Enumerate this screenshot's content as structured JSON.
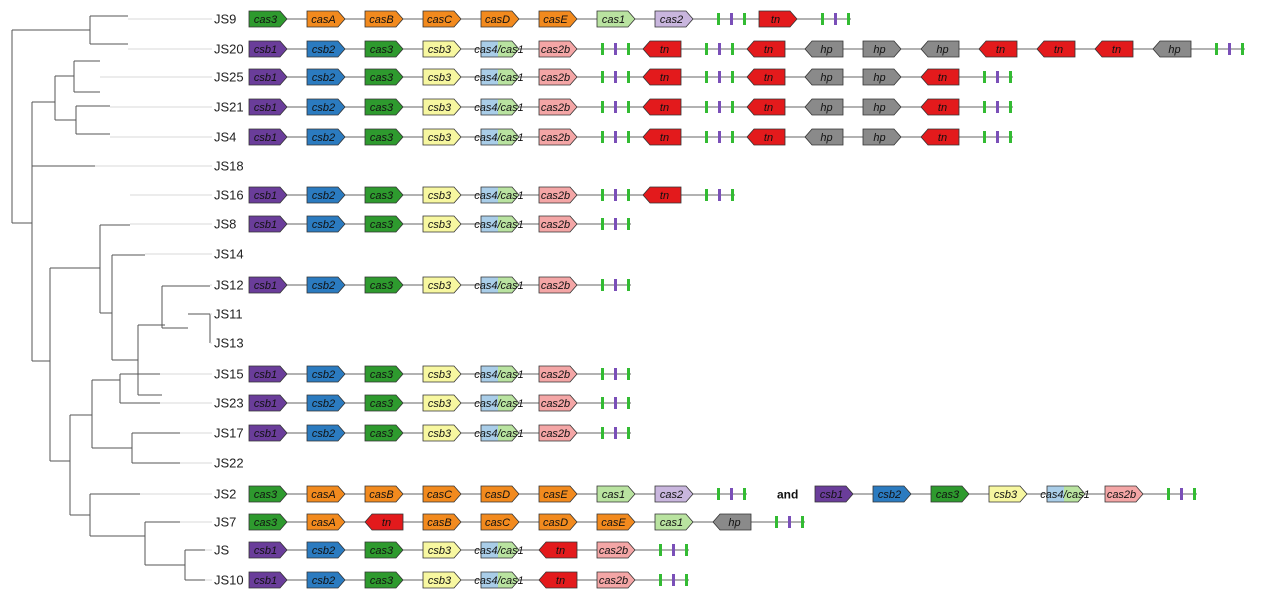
{
  "connector_word": "and",
  "colors": {
    "cas3": "#2e9a2e",
    "casA": "#f28a1e",
    "casB": "#f28a1e",
    "casC": "#f28a1e",
    "casD": "#f28a1e",
    "casE": "#f28a1e",
    "cas1": "#b9e3a0",
    "cas2": "#c9b6de",
    "csb1": "#6a3d9a",
    "csb2": "#2b7bc0",
    "csb3": "#f7f7a0",
    "cas4_left": "#a9cde8",
    "cas4_right": "#b9e3a0",
    "cas2b": "#f4a6a6",
    "tn": "#e31a1c",
    "hp": "#8a8a8a",
    "spacer_green": "#33bb33",
    "spacer_purple": "#7a4fb8"
  },
  "rows": [
    {
      "label": "JS9",
      "loci": [
        [
          {
            "gene": "cas3",
            "type": "cas3",
            "dir": "R"
          },
          {
            "gene": "casA",
            "type": "casA",
            "dir": "R"
          },
          {
            "gene": "casB",
            "type": "casB",
            "dir": "R"
          },
          {
            "gene": "casC",
            "type": "casC",
            "dir": "R"
          },
          {
            "gene": "casD",
            "type": "casD",
            "dir": "R"
          },
          {
            "gene": "casE",
            "type": "casE",
            "dir": "R"
          },
          {
            "gene": "cas1",
            "type": "cas1",
            "dir": "R"
          },
          {
            "gene": "cas2",
            "type": "cas2",
            "dir": "R"
          },
          {
            "type": "spacers"
          },
          {
            "gene": "tn",
            "type": "tn",
            "dir": "R"
          },
          {
            "type": "spacers"
          }
        ]
      ]
    },
    {
      "label": "JS20",
      "loci": [
        [
          {
            "gene": "csb1",
            "type": "csb1",
            "dir": "R"
          },
          {
            "gene": "csb2",
            "type": "csb2",
            "dir": "R"
          },
          {
            "gene": "cas3",
            "type": "cas3",
            "dir": "R"
          },
          {
            "gene": "csb3",
            "type": "csb3",
            "dir": "R"
          },
          {
            "gene": "cas4/cas1",
            "type": "cas4",
            "dir": "R"
          },
          {
            "gene": "cas2b",
            "type": "cas2b",
            "dir": "R"
          },
          {
            "type": "spacers"
          },
          {
            "gene": "tn",
            "type": "tn",
            "dir": "L"
          },
          {
            "type": "spacers"
          },
          {
            "gene": "tn",
            "type": "tn",
            "dir": "L"
          },
          {
            "gene": "hp",
            "type": "hp",
            "dir": "L"
          },
          {
            "gene": "hp",
            "type": "hp",
            "dir": "R"
          },
          {
            "gene": "hp",
            "type": "hp",
            "dir": "L"
          },
          {
            "gene": "tn",
            "type": "tn",
            "dir": "L"
          },
          {
            "gene": "tn",
            "type": "tn",
            "dir": "L"
          },
          {
            "gene": "tn",
            "type": "tn",
            "dir": "L"
          },
          {
            "gene": "hp",
            "type": "hp",
            "dir": "L"
          },
          {
            "type": "spacers"
          }
        ]
      ]
    },
    {
      "label": "JS25",
      "loci": [
        [
          {
            "gene": "csb1",
            "type": "csb1",
            "dir": "R"
          },
          {
            "gene": "csb2",
            "type": "csb2",
            "dir": "R"
          },
          {
            "gene": "cas3",
            "type": "cas3",
            "dir": "R"
          },
          {
            "gene": "csb3",
            "type": "csb3",
            "dir": "R"
          },
          {
            "gene": "cas4/cas1",
            "type": "cas4",
            "dir": "R"
          },
          {
            "gene": "cas2b",
            "type": "cas2b",
            "dir": "R"
          },
          {
            "type": "spacers"
          },
          {
            "gene": "tn",
            "type": "tn",
            "dir": "L"
          },
          {
            "type": "spacers"
          },
          {
            "gene": "tn",
            "type": "tn",
            "dir": "L"
          },
          {
            "gene": "hp",
            "type": "hp",
            "dir": "L"
          },
          {
            "gene": "hp",
            "type": "hp",
            "dir": "R"
          },
          {
            "gene": "tn",
            "type": "tn",
            "dir": "L"
          },
          {
            "type": "spacers"
          }
        ]
      ]
    },
    {
      "label": "JS21",
      "loci": [
        [
          {
            "gene": "csb1",
            "type": "csb1",
            "dir": "R"
          },
          {
            "gene": "csb2",
            "type": "csb2",
            "dir": "R"
          },
          {
            "gene": "cas3",
            "type": "cas3",
            "dir": "R"
          },
          {
            "gene": "csb3",
            "type": "csb3",
            "dir": "R"
          },
          {
            "gene": "cas4/cas1",
            "type": "cas4",
            "dir": "R"
          },
          {
            "gene": "cas2b",
            "type": "cas2b",
            "dir": "R"
          },
          {
            "type": "spacers"
          },
          {
            "gene": "tn",
            "type": "tn",
            "dir": "L"
          },
          {
            "type": "spacers"
          },
          {
            "gene": "tn",
            "type": "tn",
            "dir": "L"
          },
          {
            "gene": "hp",
            "type": "hp",
            "dir": "L"
          },
          {
            "gene": "hp",
            "type": "hp",
            "dir": "R"
          },
          {
            "gene": "tn",
            "type": "tn",
            "dir": "L"
          },
          {
            "type": "spacers"
          }
        ]
      ]
    },
    {
      "label": "JS4",
      "loci": [
        [
          {
            "gene": "csb1",
            "type": "csb1",
            "dir": "R"
          },
          {
            "gene": "csb2",
            "type": "csb2",
            "dir": "R"
          },
          {
            "gene": "cas3",
            "type": "cas3",
            "dir": "R"
          },
          {
            "gene": "csb3",
            "type": "csb3",
            "dir": "R"
          },
          {
            "gene": "cas4/cas1",
            "type": "cas4",
            "dir": "R"
          },
          {
            "gene": "cas2b",
            "type": "cas2b",
            "dir": "R"
          },
          {
            "type": "spacers"
          },
          {
            "gene": "tn",
            "type": "tn",
            "dir": "L"
          },
          {
            "type": "spacers"
          },
          {
            "gene": "tn",
            "type": "tn",
            "dir": "L"
          },
          {
            "gene": "hp",
            "type": "hp",
            "dir": "L"
          },
          {
            "gene": "hp",
            "type": "hp",
            "dir": "R"
          },
          {
            "gene": "tn",
            "type": "tn",
            "dir": "L"
          },
          {
            "type": "spacers"
          }
        ]
      ]
    },
    {
      "label": "JS18",
      "loci": []
    },
    {
      "label": "JS16",
      "loci": [
        [
          {
            "gene": "csb1",
            "type": "csb1",
            "dir": "R"
          },
          {
            "gene": "csb2",
            "type": "csb2",
            "dir": "R"
          },
          {
            "gene": "cas3",
            "type": "cas3",
            "dir": "R"
          },
          {
            "gene": "csb3",
            "type": "csb3",
            "dir": "R"
          },
          {
            "gene": "cas4/cas1",
            "type": "cas4",
            "dir": "R"
          },
          {
            "gene": "cas2b",
            "type": "cas2b",
            "dir": "R"
          },
          {
            "type": "spacers"
          },
          {
            "gene": "tn",
            "type": "tn",
            "dir": "L"
          },
          {
            "type": "spacers"
          }
        ]
      ]
    },
    {
      "label": "JS8",
      "loci": [
        [
          {
            "gene": "csb1",
            "type": "csb1",
            "dir": "R"
          },
          {
            "gene": "csb2",
            "type": "csb2",
            "dir": "R"
          },
          {
            "gene": "cas3",
            "type": "cas3",
            "dir": "R"
          },
          {
            "gene": "csb3",
            "type": "csb3",
            "dir": "R"
          },
          {
            "gene": "cas4/cas1",
            "type": "cas4",
            "dir": "R"
          },
          {
            "gene": "cas2b",
            "type": "cas2b",
            "dir": "R"
          },
          {
            "type": "spacers"
          }
        ]
      ]
    },
    {
      "label": "JS14",
      "loci": []
    },
    {
      "label": "JS12",
      "loci": [
        [
          {
            "gene": "csb1",
            "type": "csb1",
            "dir": "R"
          },
          {
            "gene": "csb2",
            "type": "csb2",
            "dir": "R"
          },
          {
            "gene": "cas3",
            "type": "cas3",
            "dir": "R"
          },
          {
            "gene": "csb3",
            "type": "csb3",
            "dir": "R"
          },
          {
            "gene": "cas4/cas1",
            "type": "cas4",
            "dir": "R"
          },
          {
            "gene": "cas2b",
            "type": "cas2b",
            "dir": "R"
          },
          {
            "type": "spacers"
          }
        ]
      ]
    },
    {
      "label": "JS11",
      "loci": []
    },
    {
      "label": "JS13",
      "loci": []
    },
    {
      "label": "JS15",
      "loci": [
        [
          {
            "gene": "csb1",
            "type": "csb1",
            "dir": "R"
          },
          {
            "gene": "csb2",
            "type": "csb2",
            "dir": "R"
          },
          {
            "gene": "cas3",
            "type": "cas3",
            "dir": "R"
          },
          {
            "gene": "csb3",
            "type": "csb3",
            "dir": "R"
          },
          {
            "gene": "cas4/cas1",
            "type": "cas4",
            "dir": "R"
          },
          {
            "gene": "cas2b",
            "type": "cas2b",
            "dir": "R"
          },
          {
            "type": "spacers"
          }
        ]
      ]
    },
    {
      "label": "JS23",
      "loci": [
        [
          {
            "gene": "csb1",
            "type": "csb1",
            "dir": "R"
          },
          {
            "gene": "csb2",
            "type": "csb2",
            "dir": "R"
          },
          {
            "gene": "cas3",
            "type": "cas3",
            "dir": "R"
          },
          {
            "gene": "csb3",
            "type": "csb3",
            "dir": "R"
          },
          {
            "gene": "cas4/cas1",
            "type": "cas4",
            "dir": "R"
          },
          {
            "gene": "cas2b",
            "type": "cas2b",
            "dir": "R"
          },
          {
            "type": "spacers"
          }
        ]
      ]
    },
    {
      "label": "JS17",
      "loci": [
        [
          {
            "gene": "csb1",
            "type": "csb1",
            "dir": "R"
          },
          {
            "gene": "csb2",
            "type": "csb2",
            "dir": "R"
          },
          {
            "gene": "cas3",
            "type": "cas3",
            "dir": "R"
          },
          {
            "gene": "csb3",
            "type": "csb3",
            "dir": "R"
          },
          {
            "gene": "cas4/cas1",
            "type": "cas4",
            "dir": "R"
          },
          {
            "gene": "cas2b",
            "type": "cas2b",
            "dir": "R"
          },
          {
            "type": "spacers"
          }
        ]
      ]
    },
    {
      "label": "JS22",
      "loci": []
    },
    {
      "label": "JS2",
      "loci": [
        [
          {
            "gene": "cas3",
            "type": "cas3",
            "dir": "R"
          },
          {
            "gene": "casA",
            "type": "casA",
            "dir": "R"
          },
          {
            "gene": "casB",
            "type": "casB",
            "dir": "R"
          },
          {
            "gene": "casC",
            "type": "casC",
            "dir": "R"
          },
          {
            "gene": "casD",
            "type": "casD",
            "dir": "R"
          },
          {
            "gene": "casE",
            "type": "casE",
            "dir": "R"
          },
          {
            "gene": "cas1",
            "type": "cas1",
            "dir": "R"
          },
          {
            "gene": "cas2",
            "type": "cas2",
            "dir": "R"
          },
          {
            "type": "spacers"
          }
        ],
        [
          {
            "gene": "csb1",
            "type": "csb1",
            "dir": "R"
          },
          {
            "gene": "csb2",
            "type": "csb2",
            "dir": "R"
          },
          {
            "gene": "cas3",
            "type": "cas3",
            "dir": "R"
          },
          {
            "gene": "csb3",
            "type": "csb3",
            "dir": "R"
          },
          {
            "gene": "cas4/cas1",
            "type": "cas4",
            "dir": "R"
          },
          {
            "gene": "cas2b",
            "type": "cas2b",
            "dir": "R"
          },
          {
            "type": "spacers"
          }
        ]
      ]
    },
    {
      "label": "JS7",
      "loci": [
        [
          {
            "gene": "cas3",
            "type": "cas3",
            "dir": "R"
          },
          {
            "gene": "casA",
            "type": "casA",
            "dir": "R"
          },
          {
            "gene": "tn",
            "type": "tn",
            "dir": "L"
          },
          {
            "gene": "casB",
            "type": "casB",
            "dir": "R"
          },
          {
            "gene": "casC",
            "type": "casC",
            "dir": "R"
          },
          {
            "gene": "casD",
            "type": "casD",
            "dir": "R"
          },
          {
            "gene": "casE",
            "type": "casE",
            "dir": "R"
          },
          {
            "gene": "cas1",
            "type": "cas1",
            "dir": "R"
          },
          {
            "gene": "hp",
            "type": "hp",
            "dir": "L"
          },
          {
            "type": "spacers"
          }
        ]
      ]
    },
    {
      "label": "JS",
      "loci": [
        [
          {
            "gene": "csb1",
            "type": "csb1",
            "dir": "R"
          },
          {
            "gene": "csb2",
            "type": "csb2",
            "dir": "R"
          },
          {
            "gene": "cas3",
            "type": "cas3",
            "dir": "R"
          },
          {
            "gene": "csb3",
            "type": "csb3",
            "dir": "R"
          },
          {
            "gene": "cas4/cas1",
            "type": "cas4",
            "dir": "R"
          },
          {
            "gene": "tn",
            "type": "tn",
            "dir": "L"
          },
          {
            "gene": "cas2b",
            "type": "cas2b",
            "dir": "R"
          },
          {
            "type": "spacers"
          }
        ]
      ]
    },
    {
      "label": "JS10",
      "loci": [
        [
          {
            "gene": "csb1",
            "type": "csb1",
            "dir": "R"
          },
          {
            "gene": "csb2",
            "type": "csb2",
            "dir": "R"
          },
          {
            "gene": "cas3",
            "type": "cas3",
            "dir": "R"
          },
          {
            "gene": "csb3",
            "type": "csb3",
            "dir": "R"
          },
          {
            "gene": "cas4/cas1",
            "type": "cas4",
            "dir": "R"
          },
          {
            "gene": "tn",
            "type": "tn",
            "dir": "L"
          },
          {
            "gene": "cas2b",
            "type": "cas2b",
            "dir": "R"
          },
          {
            "type": "spacers"
          }
        ]
      ]
    }
  ]
}
